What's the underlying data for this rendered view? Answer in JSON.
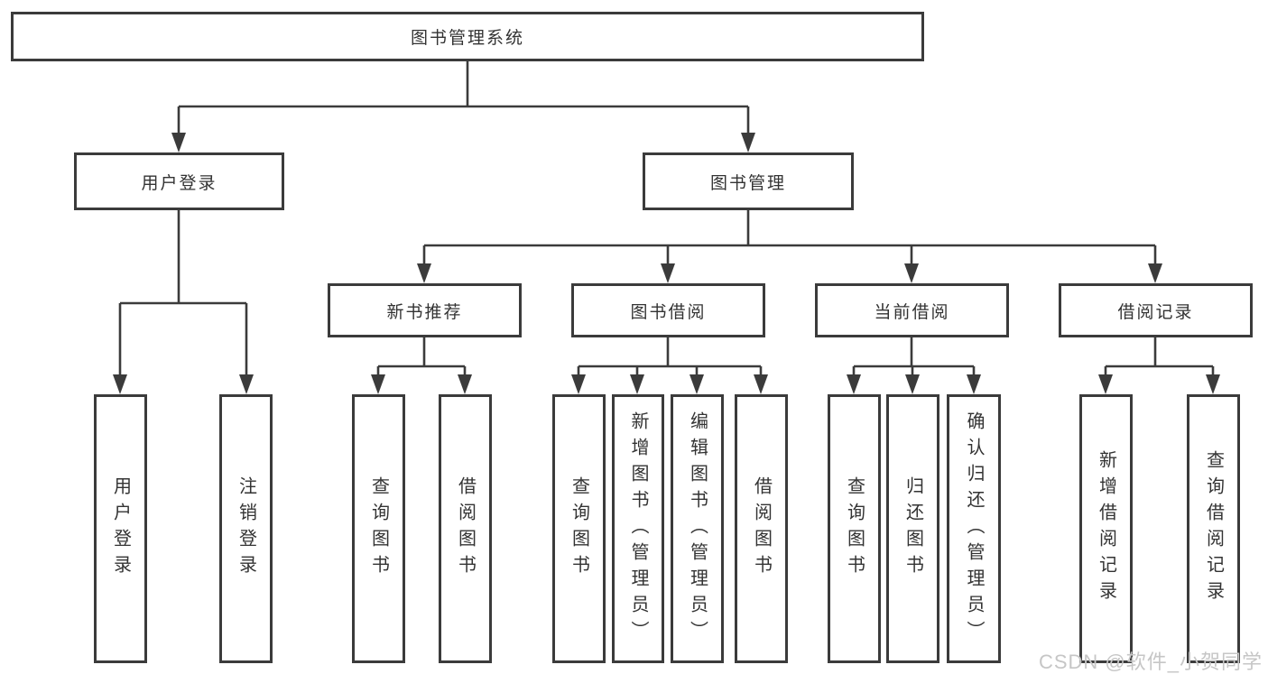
{
  "root": {
    "label": "图书管理系统"
  },
  "branches": [
    {
      "label": "用户登录",
      "children": [
        {
          "label": "用户登录"
        },
        {
          "label": "注销登录"
        }
      ]
    },
    {
      "label": "图书管理",
      "sections": [
        {
          "label": "新书推荐",
          "children": [
            {
              "label": "查询图书"
            },
            {
              "label": "借阅图书"
            }
          ]
        },
        {
          "label": "图书借阅",
          "children": [
            {
              "label": "查询图书"
            },
            {
              "label": "新增图书（管理员）"
            },
            {
              "label": "编辑图书（管理员）"
            },
            {
              "label": "借阅图书"
            }
          ]
        },
        {
          "label": "当前借阅",
          "children": [
            {
              "label": "查询图书"
            },
            {
              "label": "归还图书"
            },
            {
              "label": "确认归还（管理员）"
            }
          ]
        },
        {
          "label": "借阅记录",
          "children": [
            {
              "label": "新增借阅记录"
            },
            {
              "label": "查询借阅记录"
            }
          ]
        }
      ]
    }
  ],
  "watermark": "CSDN @软件_小贺同学",
  "colors": {
    "line": "#3b3b3b",
    "text": "#333333",
    "watermark": "#c6c6c6",
    "background": "#ffffff"
  }
}
